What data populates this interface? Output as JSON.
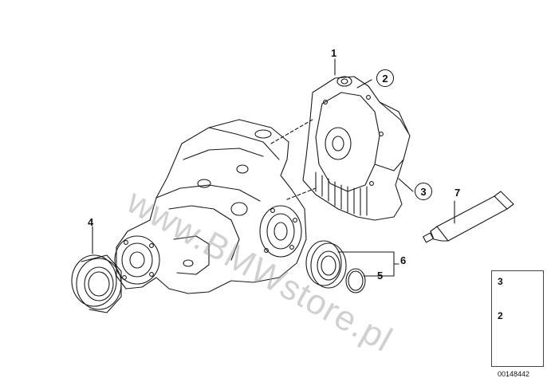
{
  "watermark": "www.BMWstore.pl",
  "diagram_id": "00148442",
  "callouts": {
    "c1": "1",
    "c2": "2",
    "c3": "3",
    "c4": "4",
    "c5": "5",
    "c6": "6",
    "c7": "7"
  },
  "legend": {
    "item_top": "3",
    "item_bottom": "2"
  }
}
